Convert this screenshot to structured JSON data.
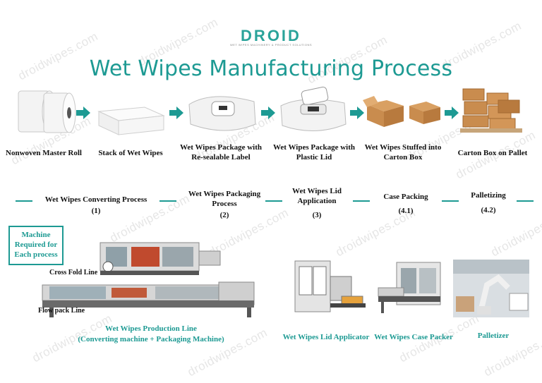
{
  "logo": {
    "brand": "DROID",
    "tagline": "WET WIPES MACHINERY & PRODUCT SOLUTIONS"
  },
  "title": "Wet Wipes Manufacturing Process",
  "watermark": "droidwipes.com",
  "products": [
    {
      "icon": "master-roll-icon",
      "label": "Nonwoven Master Roll"
    },
    {
      "icon": "wipes-stack-icon",
      "label": "Stack of Wet Wipes"
    },
    {
      "icon": "label-package-icon",
      "label": "Wet Wipes Package with Re-sealable Label"
    },
    {
      "icon": "lid-package-icon",
      "label": "Wet Wipes Package with Plastic Lid"
    },
    {
      "icon": "carton-box-icon",
      "label": "Wet Wipes Stuffed into Carton Box"
    },
    {
      "icon": "pallet-icon",
      "label": "Carton Box on Pallet"
    }
  ],
  "steps": [
    {
      "name": "Wet Wipes Converting Process",
      "num": "(1)"
    },
    {
      "name": "Wet Wipes Packaging Process",
      "num": "(2)"
    },
    {
      "name": "Wet Wipes Lid Application",
      "num": "(3)"
    },
    {
      "name": "Case Packing",
      "num": "(4.1)"
    },
    {
      "name": "Palletizing",
      "num": "(4.2)"
    }
  ],
  "machine_box": "Machine Required for Each process",
  "machines": {
    "cross_fold": "Cross Fold Line",
    "flow_pack": "Flow pack Line",
    "production_line": "Wet Wipes Production Line",
    "production_sub": "(Converting machine + Packaging Machine)",
    "lid_applicator": "Wet Wipes Lid Applicator",
    "case_packer": "Wet Wipes Case Packer",
    "palletizer": "Palletizer"
  },
  "colors": {
    "accent": "#1d9a93",
    "brand": "#2aa39a"
  }
}
